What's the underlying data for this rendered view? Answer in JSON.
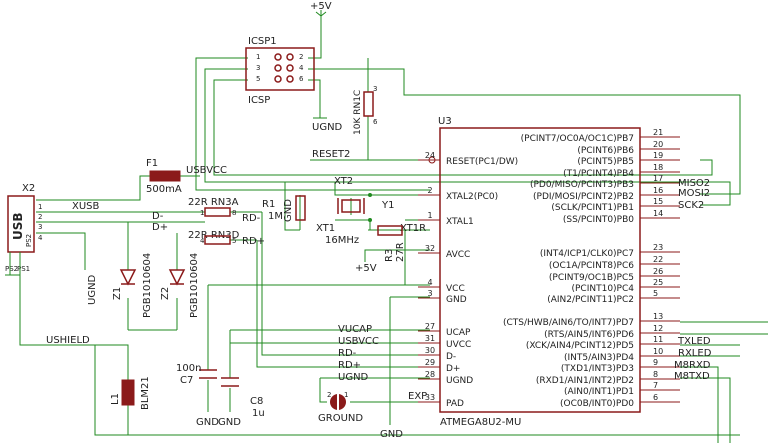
{
  "icsp": {
    "ref": "ICSP1",
    "name": "ICSP",
    "pins": [
      "1",
      "2",
      "3",
      "4",
      "5",
      "6"
    ]
  },
  "supply": {
    "plus5v_top": "+5V",
    "plus5v_avcc": "+5V",
    "gnd_icsp": "UGND",
    "gnd_c7": "GND",
    "gnd_c8": "GND",
    "gnd_bottom": "GND"
  },
  "reset_net": "RESET2",
  "rn1c": {
    "label": "10K RN1C",
    "pin_top": "3",
    "pin_bottom": "6"
  },
  "usb": {
    "ref": "X2",
    "name": "USB",
    "shell_a": "PS2",
    "shell_b": "PS1",
    "pins": [
      "1",
      "2",
      "3",
      "4"
    ]
  },
  "fuse": {
    "ref": "F1",
    "net": "USBVCC",
    "value": "500mA"
  },
  "xusb": "XUSB",
  "usb_net_dm": "D-",
  "usb_net_dp": "D+",
  "rn3a": {
    "label": "22R RN3A",
    "pin_left": "1",
    "pin_right": "8",
    "net_out": "RD-"
  },
  "rn3d": {
    "label": "22R RN3D",
    "pin_left": "4",
    "pin_right": "5",
    "net_out": "RD+"
  },
  "r1": {
    "ref": "R1",
    "value": "1M"
  },
  "gnd_xt": "GND",
  "xt2": "XT2",
  "xt1": "XT1",
  "y1": {
    "ref": "Y1",
    "freq": "16MHz"
  },
  "r3": {
    "ref": "R3",
    "value": "27R"
  },
  "z1": {
    "ref": "Z1",
    "part": "PGB1010604"
  },
  "z2": {
    "ref": "Z2",
    "part": "PGB1010604"
  },
  "ugnd_vertical": "UGND",
  "ushield": "USHIELD",
  "l1": {
    "ref": "L1",
    "part": "BLM21"
  },
  "c7": {
    "value": "100n",
    "ref": "C7"
  },
  "c8": {
    "ref": "C8",
    "value": "1u"
  },
  "ground_jumper": {
    "label": "GROUND",
    "pin_a": "2",
    "pin_b": "1"
  },
  "ic": {
    "ref": "U3",
    "name": "ATMEGA8U2-MU",
    "left_pins": [
      {
        "num": "24",
        "name": "RESET(PC1/DW)"
      },
      {
        "num": "2",
        "name": "XTAL2(PC0)"
      },
      {
        "num": "1",
        "name": "XTAL1"
      },
      {
        "num": "32",
        "name": "AVCC"
      },
      {
        "num": "4",
        "name": "VCC"
      },
      {
        "num": "3",
        "name": "GND"
      },
      {
        "num": "27",
        "name": "UCAP"
      },
      {
        "num": "31",
        "name": "UVCC"
      },
      {
        "num": "30",
        "name": "D-"
      },
      {
        "num": "29",
        "name": "D+"
      },
      {
        "num": "28",
        "name": "UGND"
      },
      {
        "num": "33",
        "name": "PAD"
      }
    ],
    "right_pins": [
      {
        "num": "21",
        "name": "(PCINT7/OC0A/OC1C)PB7"
      },
      {
        "num": "20",
        "name": "(PCINT6)PB6"
      },
      {
        "num": "19",
        "name": "(PCINT5)PB5"
      },
      {
        "num": "18",
        "name": "(T1/PCINT4)PB4"
      },
      {
        "num": "17",
        "name": "(PD0/MISO/PCINT3)PB3"
      },
      {
        "num": "16",
        "name": "(PDI/MOSI/PCINT2)PB2"
      },
      {
        "num": "15",
        "name": "(SCLK/PCINT1)PB1"
      },
      {
        "num": "14",
        "name": "(SS/PCINT0)PB0"
      },
      {
        "num": "23",
        "name": "(INT4/ICP1/CLK0)PC7"
      },
      {
        "num": "22",
        "name": "(OC1A/PCINT8)PC6"
      },
      {
        "num": "26",
        "name": "(PCINT9/OC1B)PC5"
      },
      {
        "num": "25",
        "name": "(PCINT10)PC4"
      },
      {
        "num": "5",
        "name": "(AIN2/PCINT11)PC2"
      },
      {
        "num": "13",
        "name": "(CTS/HWB/AIN6/TO/INT7)PD7"
      },
      {
        "num": "12",
        "name": "(RTS/AIN5/INT6)PD6"
      },
      {
        "num": "11",
        "name": "(XCK/AIN4/PCINT12)PD5"
      },
      {
        "num": "10",
        "name": "(INT5/AIN3)PD4"
      },
      {
        "num": "9",
        "name": "(TXD1/INT3)PD3"
      },
      {
        "num": "8",
        "name": "(RXD1/AIN1/INT2)PD2"
      },
      {
        "num": "7",
        "name": "(AIN0/INT1)PD1"
      },
      {
        "num": "6",
        "name": "(OC0B/INT0)PD0"
      }
    ]
  },
  "right_nets": {
    "miso": "MISO2",
    "mosi": "MOSI2",
    "sck": "SCK2",
    "txled": "TXLED",
    "rxled": "RXLED",
    "m8rxd": "M8RXD",
    "m8txd": "M8TXD"
  },
  "left_nets": {
    "vucap": "VUCAP",
    "usbvcc": "USBVCC",
    "rdm": "RD-",
    "rdp": "RD+",
    "ugnd": "UGND"
  },
  "exp": "EXP"
}
